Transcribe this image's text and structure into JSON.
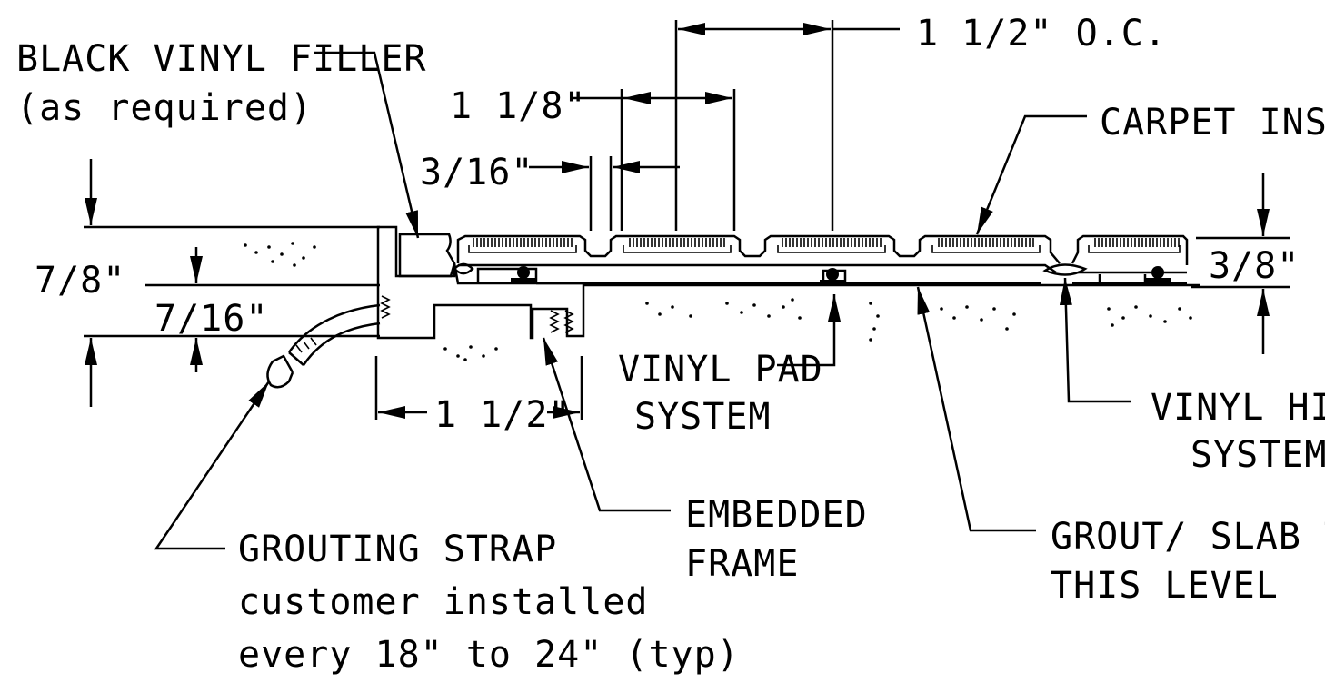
{
  "labels": {
    "filler_line1": "BLACK VINYL FILLER",
    "filler_line2": "(as required)",
    "dim_oc": "1 1/2\" O.C.",
    "dim_1_1_8": "1 1/8\"",
    "dim_3_16": "3/16\"",
    "carpet_insert": "CARPET INSERT",
    "dim_7_8": "7/8\"",
    "dim_7_16": "7/16\"",
    "dim_3_8": "3/8\"",
    "dim_1_1_2": "1 1/2\"",
    "vinyl_pad_line1": "VINYL PAD",
    "vinyl_pad_line2": "SYSTEM",
    "vinyl_hinge_line1": "VINYL HINGE",
    "vinyl_hinge_line2": "SYSTEM",
    "embedded_line1": "EMBEDDED",
    "embedded_line2": "FRAME",
    "grout_line1": "GROUT/ SLAB TO",
    "grout_line2": "THIS LEVEL",
    "strap_line1": "GROUTING STRAP",
    "strap_line2": "customer installed",
    "strap_line3": "every 18\" to 24\" (typ)"
  },
  "colors": {
    "ink": "#000000",
    "paper": "#ffffff"
  }
}
